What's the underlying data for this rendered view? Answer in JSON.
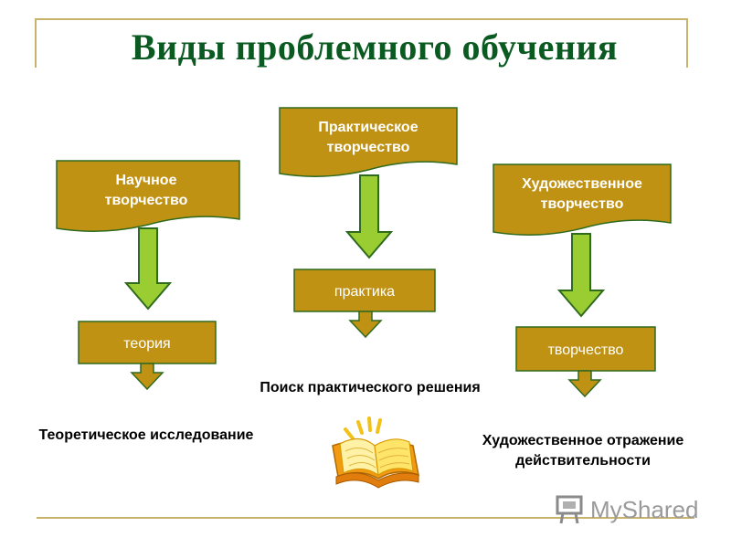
{
  "title": "Виды проблемного обучения",
  "columns": [
    {
      "top_label_line1": "Научное",
      "top_label_line2": "творчество",
      "middle_label": "теория",
      "result_label": "Теоретическое исследование"
    },
    {
      "top_label_line1": "Практическое",
      "top_label_line2": "творчество",
      "middle_label": "практика",
      "result_label": "Поиск практического решения"
    },
    {
      "top_label_line1": "Художественное",
      "top_label_line2": "творчество",
      "middle_label": "творчество",
      "result_label_line1": "Художественное отражение",
      "result_label_line2": "действительности"
    }
  ],
  "watermark": {
    "brand": "MyShared"
  },
  "icons": {
    "book": "open-book-icon"
  },
  "colors": {
    "box_fill": "#c09214",
    "box_stroke": "#2f6b1e",
    "arrow_fill": "#9acd32",
    "arrow_stroke": "#2f6b1e",
    "title": "#0b5a22",
    "deco": "#c9b26a"
  }
}
